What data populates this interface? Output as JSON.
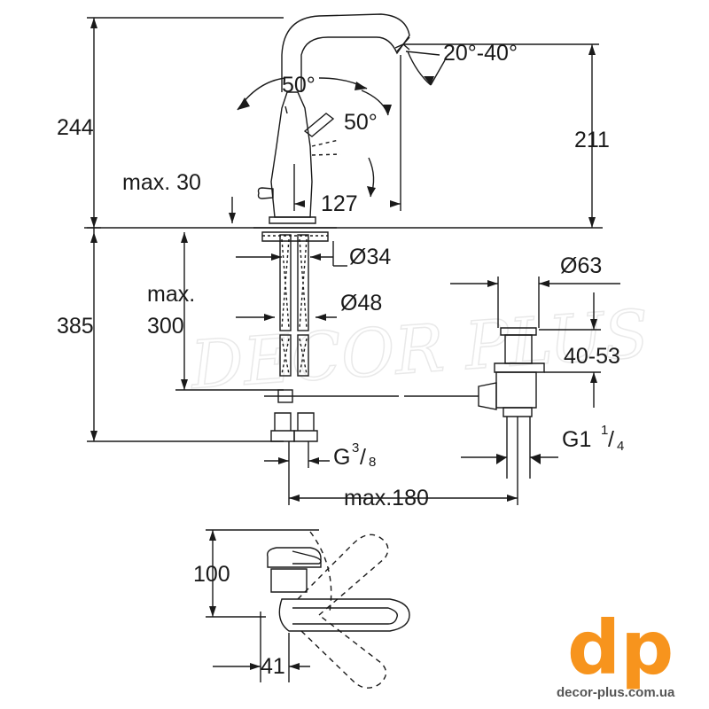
{
  "watermark": "DECOR PLUS",
  "brand": {
    "logo_text": "dp",
    "website": "decor-plus.com.ua",
    "logo_color": "#f7941d"
  },
  "colors": {
    "line": "#1a1a1a",
    "background": "#ffffff"
  },
  "dimensions": {
    "total_height_top": "244",
    "spout_height": "211",
    "lever_angle_back": "50°",
    "lever_angle_side": "50°",
    "spout_swivel": "20°-40°",
    "max_deck_thickness": "max. 30",
    "spout_reach": "127",
    "hole_dia_small": "Ø34",
    "hole_dia_large": "Ø48",
    "below_deck_height": "385",
    "max_label": "max.",
    "max_depth": "300",
    "waste_dia": "Ø63",
    "waste_range": "40-53",
    "connection": "G",
    "connection_num": "3",
    "connection_den": "8",
    "waste_thread": "G1",
    "waste_thread_num": "1",
    "waste_thread_den": "4",
    "max_rod_length": "max.180",
    "lever_height": "100",
    "lever_offset": "41"
  }
}
